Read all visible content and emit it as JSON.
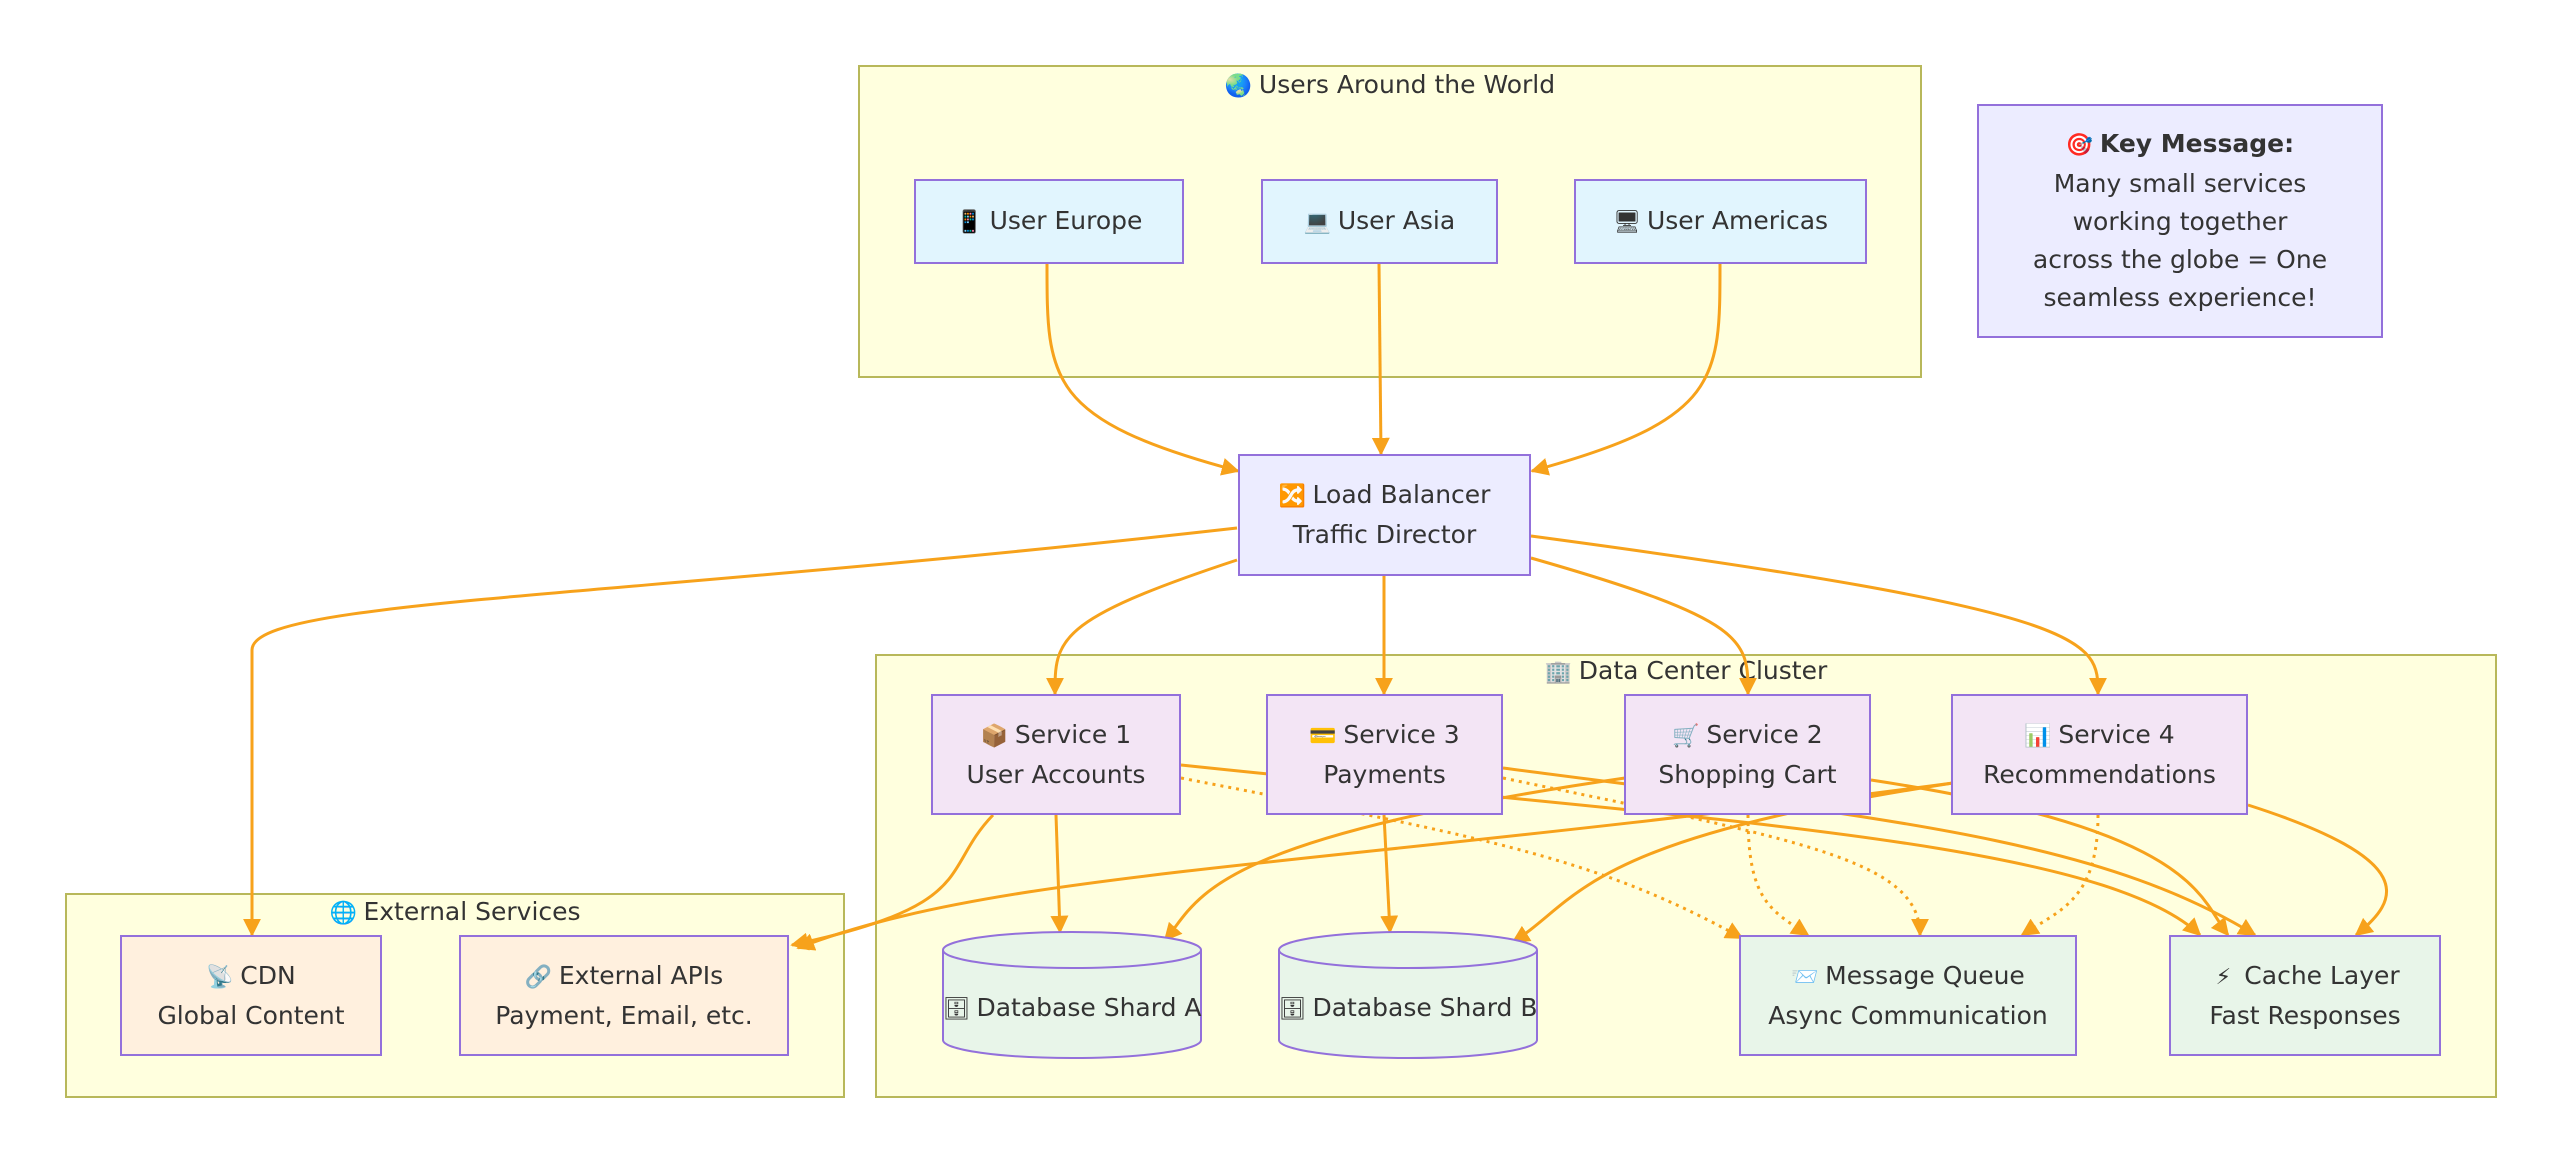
{
  "colors": {
    "edge": "#f7a21b",
    "node_border": "#9370db",
    "cluster_fill": "#ffffde"
  },
  "clusters": {
    "users": {
      "icon": "globe-icon",
      "glyph": "🌏",
      "title": "Users Around the World"
    },
    "external": {
      "icon": "internet-icon",
      "glyph": "🌐",
      "title": "External Services"
    },
    "dc": {
      "icon": "building-icon",
      "glyph": "🏢",
      "title": "Data Center Cluster"
    }
  },
  "users": {
    "europe": {
      "icon": "phone-icon",
      "glyph": "📱",
      "label": "User Europe"
    },
    "asia": {
      "icon": "laptop-icon",
      "glyph": "💻",
      "label": "User Asia"
    },
    "americas": {
      "icon": "desktop-icon",
      "glyph": "🖥",
      "label": "User Americas"
    }
  },
  "note": {
    "icon": "target-icon",
    "glyph": "🎯",
    "heading": "Key Message:",
    "lines": [
      "Many small services",
      "working together",
      "across the globe = One",
      "seamless experience!"
    ]
  },
  "lb": {
    "icon": "shuffle-icon",
    "glyph": "🔀",
    "line1": "Load Balancer",
    "line2": "Traffic Director"
  },
  "services": {
    "s1": {
      "icon": "package-icon",
      "glyph": "📦",
      "line1": "Service 1",
      "line2": "User Accounts"
    },
    "s3": {
      "icon": "credit-card-icon",
      "glyph": "💳",
      "line1": "Service 3",
      "line2": "Payments"
    },
    "s2": {
      "icon": "cart-icon",
      "glyph": "🛒",
      "line1": "Service 2",
      "line2": "Shopping Cart"
    },
    "s4": {
      "icon": "chart-icon",
      "glyph": "📊",
      "line1": "Service 4",
      "line2": "Recommendations"
    }
  },
  "external": {
    "cdn": {
      "icon": "satellite-icon",
      "glyph": "📡",
      "line1": "CDN",
      "line2": "Global Content"
    },
    "apis": {
      "icon": "link-icon",
      "glyph": "🔗",
      "line1": "External APIs",
      "line2": "Payment, Email, etc."
    }
  },
  "stores": {
    "dba": {
      "icon": "database-icon",
      "glyph": "🗄",
      "label": "Database Shard A"
    },
    "dbb": {
      "icon": "database-icon",
      "glyph": "🗄",
      "label": "Database Shard B"
    },
    "mq": {
      "icon": "envelope-icon",
      "glyph": "📨",
      "line1": "Message Queue",
      "line2": "Async Communication"
    },
    "cache": {
      "icon": "lightning-icon",
      "glyph": "⚡",
      "line1": "Cache Layer",
      "line2": "Fast Responses"
    }
  }
}
